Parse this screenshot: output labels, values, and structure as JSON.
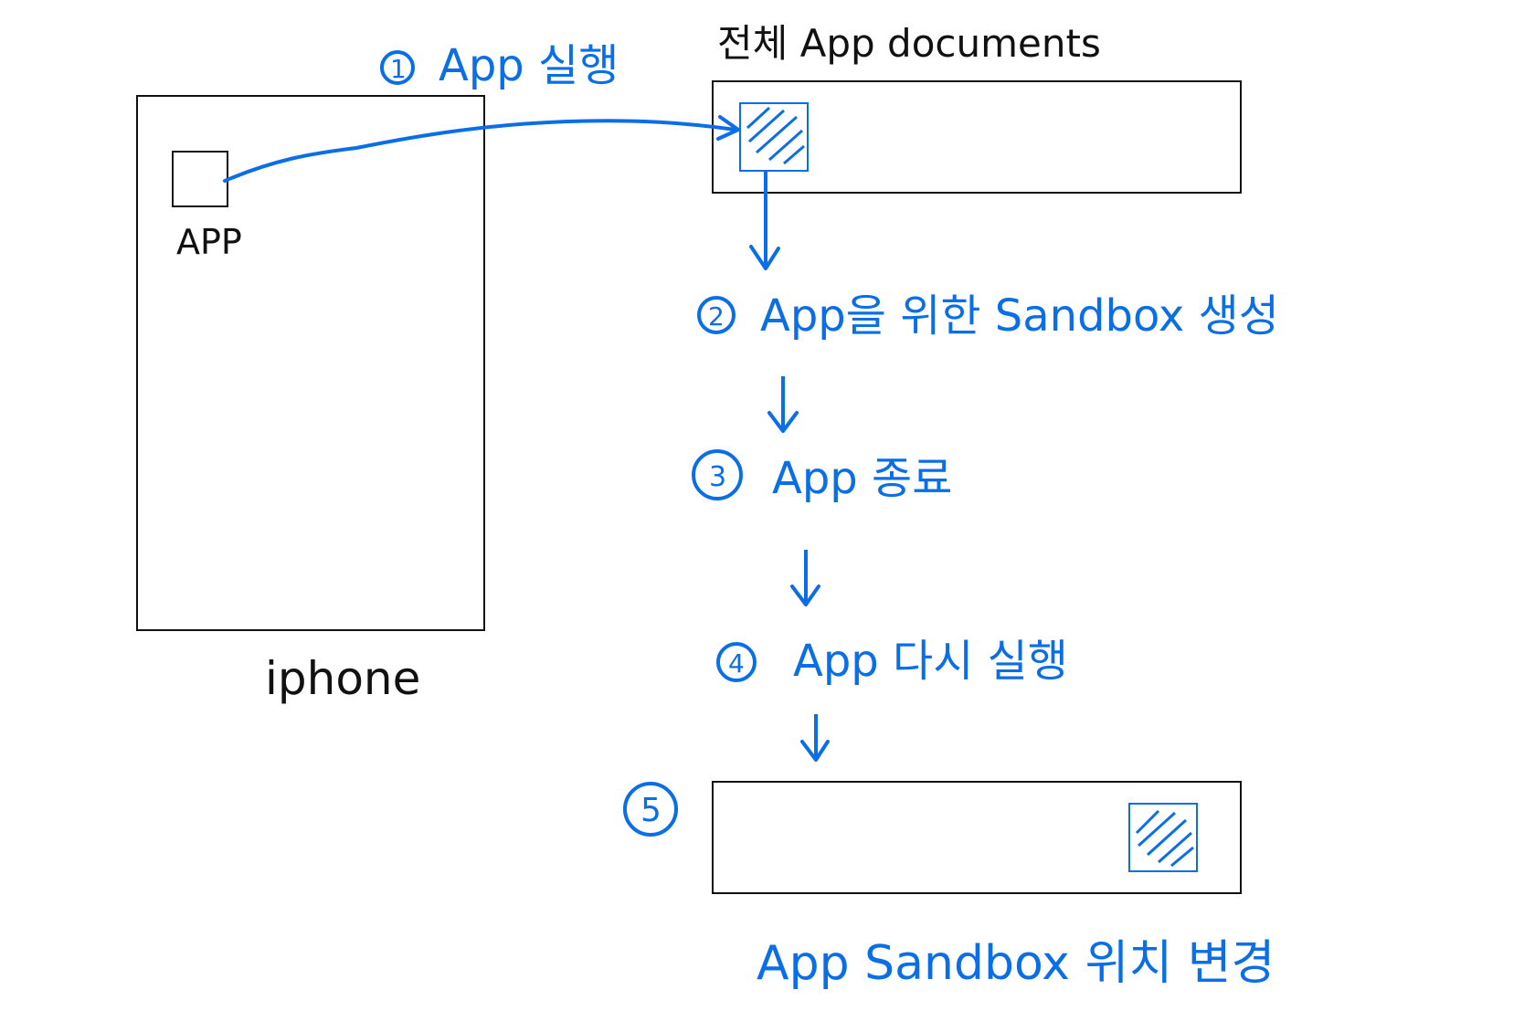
{
  "colors": {
    "ink": "#111111",
    "accent": "#0a6ee6"
  },
  "iphone": {
    "label": "iphone",
    "app_label": "APP"
  },
  "documents": {
    "title": "전체 App documents"
  },
  "steps": [
    {
      "number": "1",
      "text": "App 실행"
    },
    {
      "number": "2",
      "text": "App을 위한 Sandbox 생성"
    },
    {
      "number": "3",
      "text": "App 종료"
    },
    {
      "number": "4",
      "text": "App 다시 실행"
    },
    {
      "number": "5",
      "text": ""
    }
  ],
  "result": {
    "text": "App Sandbox 위치 변경"
  }
}
